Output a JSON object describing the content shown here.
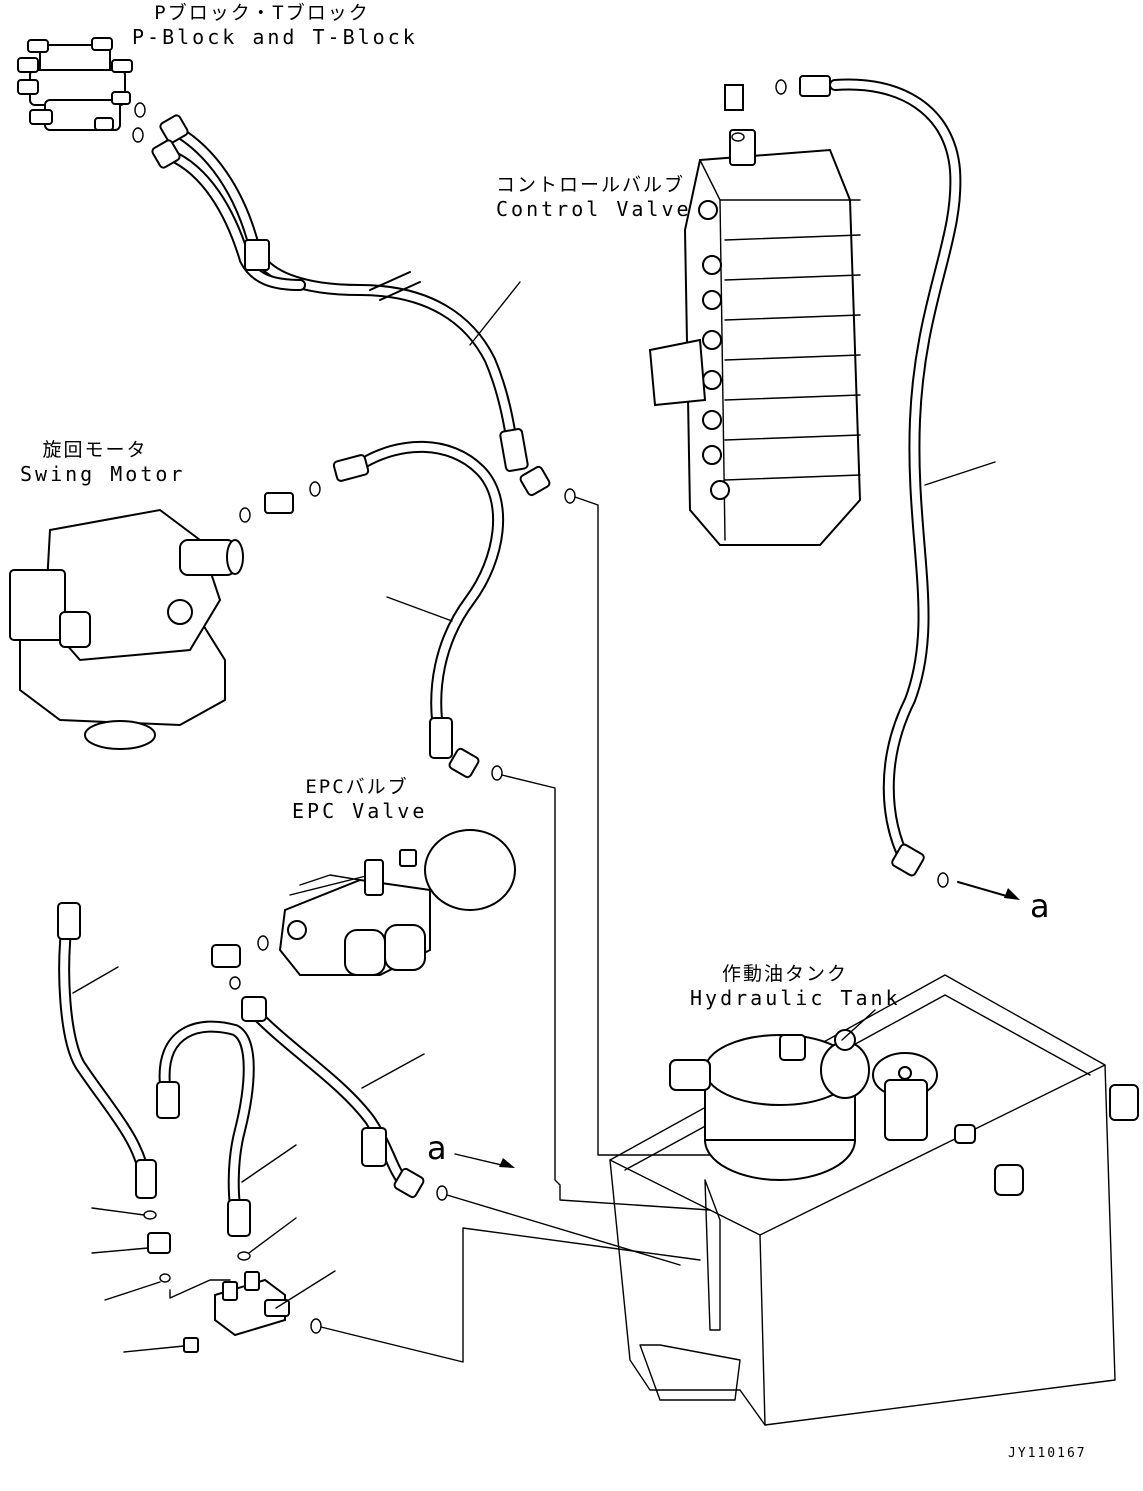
{
  "labels": {
    "p_t_block": {
      "jp": "Pブロック・Tブロック",
      "en": "P-Block and T-Block"
    },
    "control_valve": {
      "jp": "コントロールバルブ",
      "en": "Control Valve"
    },
    "swing_motor": {
      "jp": "旋回モータ",
      "en": "Swing Motor"
    },
    "epc_valve": {
      "jp": "EPCバルブ",
      "en": "EPC Valve"
    },
    "hydraulic_tank": {
      "jp": "作動油タンク",
      "en": "Hydraulic Tank"
    }
  },
  "connection_markers": {
    "to": "a",
    "from": "a"
  },
  "drawing_code": "JY110167"
}
